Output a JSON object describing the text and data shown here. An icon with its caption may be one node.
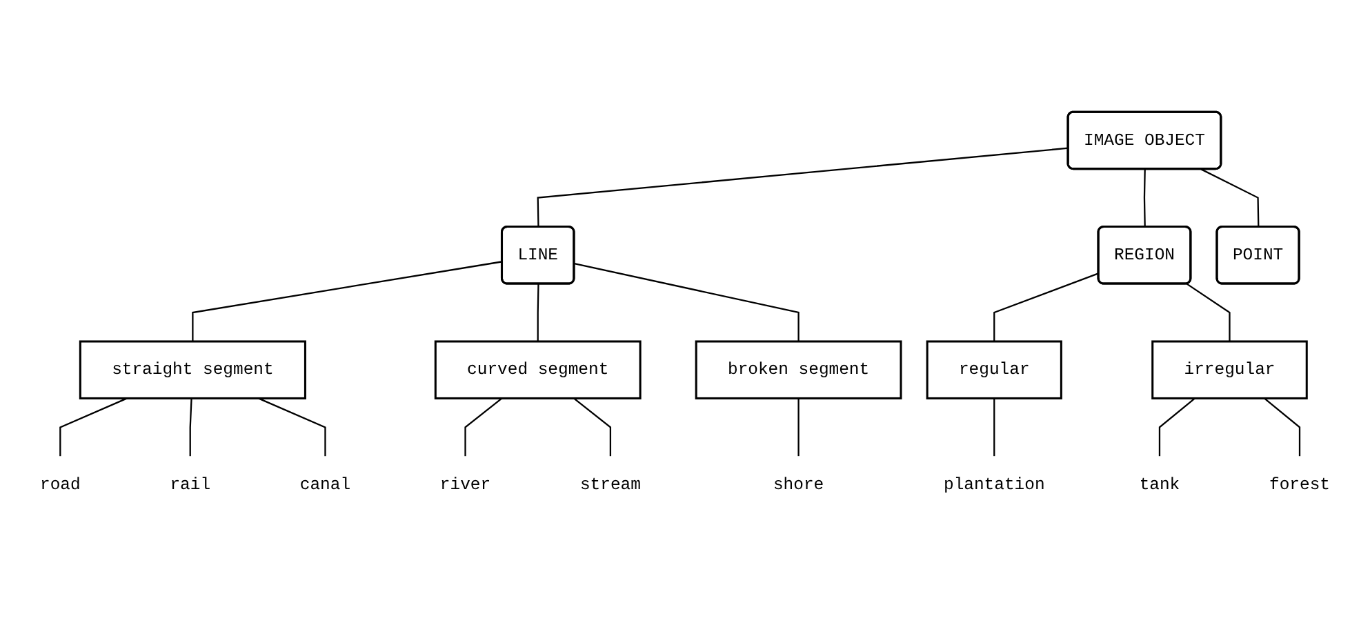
{
  "diagram": {
    "nodes": [
      {
        "text": [
          "IMAGE OBJECT"
        ]
      },
      {
        "text": [
          "POINT"
        ]
      },
      {
        "text": [
          "LINE"
        ]
      },
      {
        "text": [
          "REGION"
        ]
      },
      {
        "text": [
          "straight segment"
        ]
      },
      {
        "text": [
          "curved segment"
        ]
      },
      {
        "text": [
          "broken segment"
        ]
      },
      {
        "text": [
          "regular"
        ]
      },
      {
        "text": [
          "irregular"
        ]
      },
      {
        "text": [
          "road"
        ]
      },
      {
        "text": [
          "rail"
        ]
      },
      {
        "text": [
          "canal"
        ]
      },
      {
        "text": [
          "river"
        ]
      },
      {
        "text": [
          "stream"
        ]
      },
      {
        "text": [
          "shore"
        ]
      },
      {
        "text": [
          "plantation"
        ]
      },
      {
        "text": [
          "tank"
        ]
      },
      {
        "text": [
          "forest"
        ]
      }
    ],
    "edges": [
      {
        "from": 0,
        "to": 1,
        "arrow": "none"
      },
      {
        "from": 0,
        "to": 2,
        "arrow": "none"
      },
      {
        "from": 0,
        "to": 3,
        "arrow": "none"
      },
      {
        "from": 2,
        "to": 4,
        "arrow": "none"
      },
      {
        "from": 2,
        "to": 5,
        "arrow": "none"
      },
      {
        "from": 2,
        "to": 6,
        "arrow": "none"
      },
      {
        "from": 3,
        "to": 7,
        "arrow": "none"
      },
      {
        "from": 3,
        "to": 8,
        "arrow": "none"
      },
      {
        "from": 4,
        "to": 9,
        "arrow": "none"
      },
      {
        "from": 4,
        "to": 10,
        "arrow": "none"
      },
      {
        "from": 4,
        "to": 11,
        "arrow": "none"
      },
      {
        "from": 5,
        "to": 12,
        "arrow": "none"
      },
      {
        "from": 5,
        "to": 13,
        "arrow": "none"
      },
      {
        "from": 6,
        "to": 14,
        "arrow": "none"
      },
      {
        "from": 7,
        "to": 15,
        "arrow": "none"
      },
      {
        "from": 8,
        "to": 16,
        "arrow": "none"
      },
      {
        "from": 8,
        "to": 17,
        "arrow": "none"
      }
    ]
  }
}
